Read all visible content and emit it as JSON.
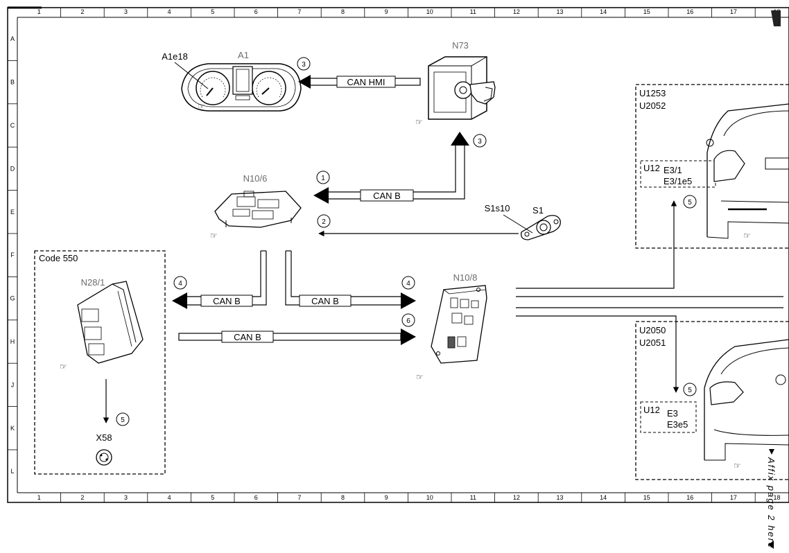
{
  "grid": {
    "columns": [
      "1",
      "2",
      "3",
      "4",
      "5",
      "6",
      "7",
      "8",
      "9",
      "10",
      "11",
      "12",
      "13",
      "14",
      "15",
      "16",
      "17",
      "18"
    ],
    "rows": [
      "A",
      "B",
      "C",
      "D",
      "E",
      "F",
      "G",
      "H",
      "J",
      "K",
      "L"
    ]
  },
  "components": {
    "a1": "A1",
    "a1e18": "A1e18",
    "n73": "N73",
    "n10_6": "N10/6",
    "n10_8": "N10/8",
    "n28_1": "N28/1",
    "x58": "X58",
    "s1": "S1",
    "s1s10": "S1s10"
  },
  "code_box": {
    "title": "Code 550"
  },
  "can_labels": {
    "can_hmi": "CAN HMI",
    "can_b_1": "CAN B",
    "can_b_g_left": "CAN B",
    "can_b_g_right": "CAN B",
    "can_b_h": "CAN B"
  },
  "circles": {
    "c_a1": "3",
    "c_n73": "3",
    "c_1": "1",
    "c_2": "2",
    "c_4_left": "4",
    "c_4_right": "4",
    "c_6": "6",
    "c_5_x58": "5",
    "c_5_top": "5",
    "c_5_bot": "5"
  },
  "right_top": {
    "codes_line1": "U1253",
    "codes_line2": "U2052",
    "u12": "U12",
    "e_line1": "E3/1",
    "e_line2": "E3/1e5"
  },
  "right_bottom": {
    "codes_line1": "U2050",
    "codes_line2": "U2051",
    "u12": "U12",
    "e_line1": "E3",
    "e_line2": "E3e5"
  },
  "affix_note": "Affix page 2 here",
  "icons": {
    "pointer": "pointing-hand-icon"
  },
  "colors": {
    "line": "#000000",
    "label_grey": "#6b6b6b"
  }
}
